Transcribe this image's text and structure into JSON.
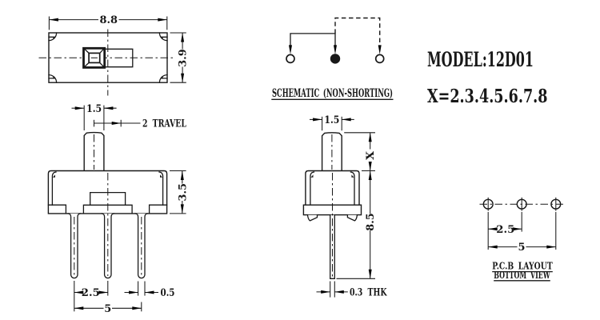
{
  "page": {
    "background": "#ffffff",
    "ink": "#181818",
    "description": "Technical datasheet drawing of an SPDT slide switch"
  },
  "title_block": {
    "model": "MODEL:12D01",
    "x_options": "X=2.3.4.5.6.7.8"
  },
  "top_view": {
    "dim_width": "8.8",
    "dim_height": "3.9"
  },
  "front_view": {
    "dim_knob_width": "1.5",
    "dim_travel": "2 TRAVEL",
    "dim_body_height": "3.5",
    "dim_pin_pitch": "2.5",
    "dim_pin_width": "0.5",
    "dim_pin_span": "5"
  },
  "schematic": {
    "caption": "SCHEMATIC (NON-SHORTING)"
  },
  "side_view": {
    "dim_knob_width": "1.5",
    "dim_knob_height": "X",
    "dim_body_to_pin_tip": "8.5",
    "dim_pin_thickness": "0.3 THK"
  },
  "pcb_layout": {
    "dim_hole_pitch": "2.5",
    "dim_hole_span": "5",
    "caption_line1": "P.C.B LAYOUT",
    "caption_line2": "BOTTOM VIEW"
  }
}
